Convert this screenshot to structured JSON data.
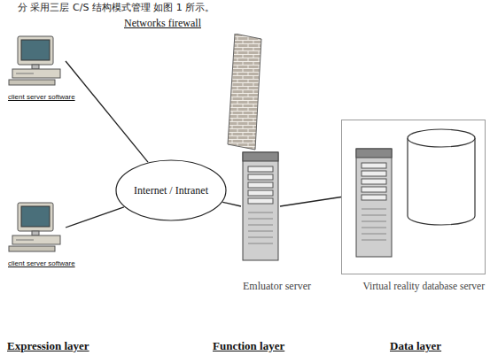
{
  "diagram": {
    "nodes": [
      {
        "text": [
          "client server software"
        ]
      },
      {
        "text": [
          "client server software"
        ]
      },
      {
        "text": [
          "Internet / Intranet"
        ]
      },
      {
        "text": [
          "Networks firewall"
        ]
      },
      {
        "text": [
          "Emluator server"
        ]
      },
      {
        "text": [
          "Virtual reality database server"
        ]
      }
    ],
    "edges": [
      {
        "from": 0,
        "to": 2,
        "arrow": "none"
      },
      {
        "from": 1,
        "to": 2,
        "arrow": "none"
      },
      {
        "from": 2,
        "to": 4,
        "arrow": "none"
      },
      {
        "from": 4,
        "to": 5,
        "arrow": "none"
      }
    ],
    "labels": [
      "分 采用三层 C/S 结构模式管理 如图 1 所示。",
      "Expression layer",
      "Function layer",
      "Data layer"
    ]
  }
}
